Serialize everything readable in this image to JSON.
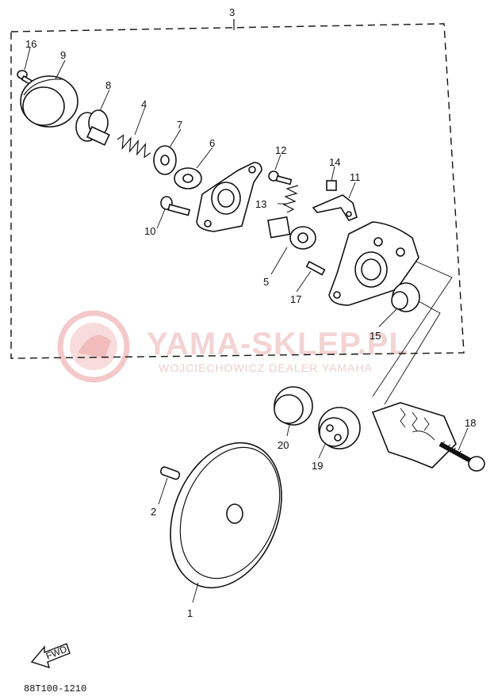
{
  "diagram": {
    "assembly_label": "3",
    "callouts": [
      "16",
      "9",
      "8",
      "4",
      "7",
      "6",
      "12",
      "14",
      "11",
      "13",
      "10",
      "5",
      "17",
      "15",
      "20",
      "19",
      "18",
      "2",
      "1"
    ],
    "watermark_main": "YAMA-SKLEP.PL",
    "watermark_sub": "WOJCIECHOWICZ DEALER YAMAHA",
    "fwd_label": "FWD",
    "drawing_code": "88T100-1210"
  }
}
